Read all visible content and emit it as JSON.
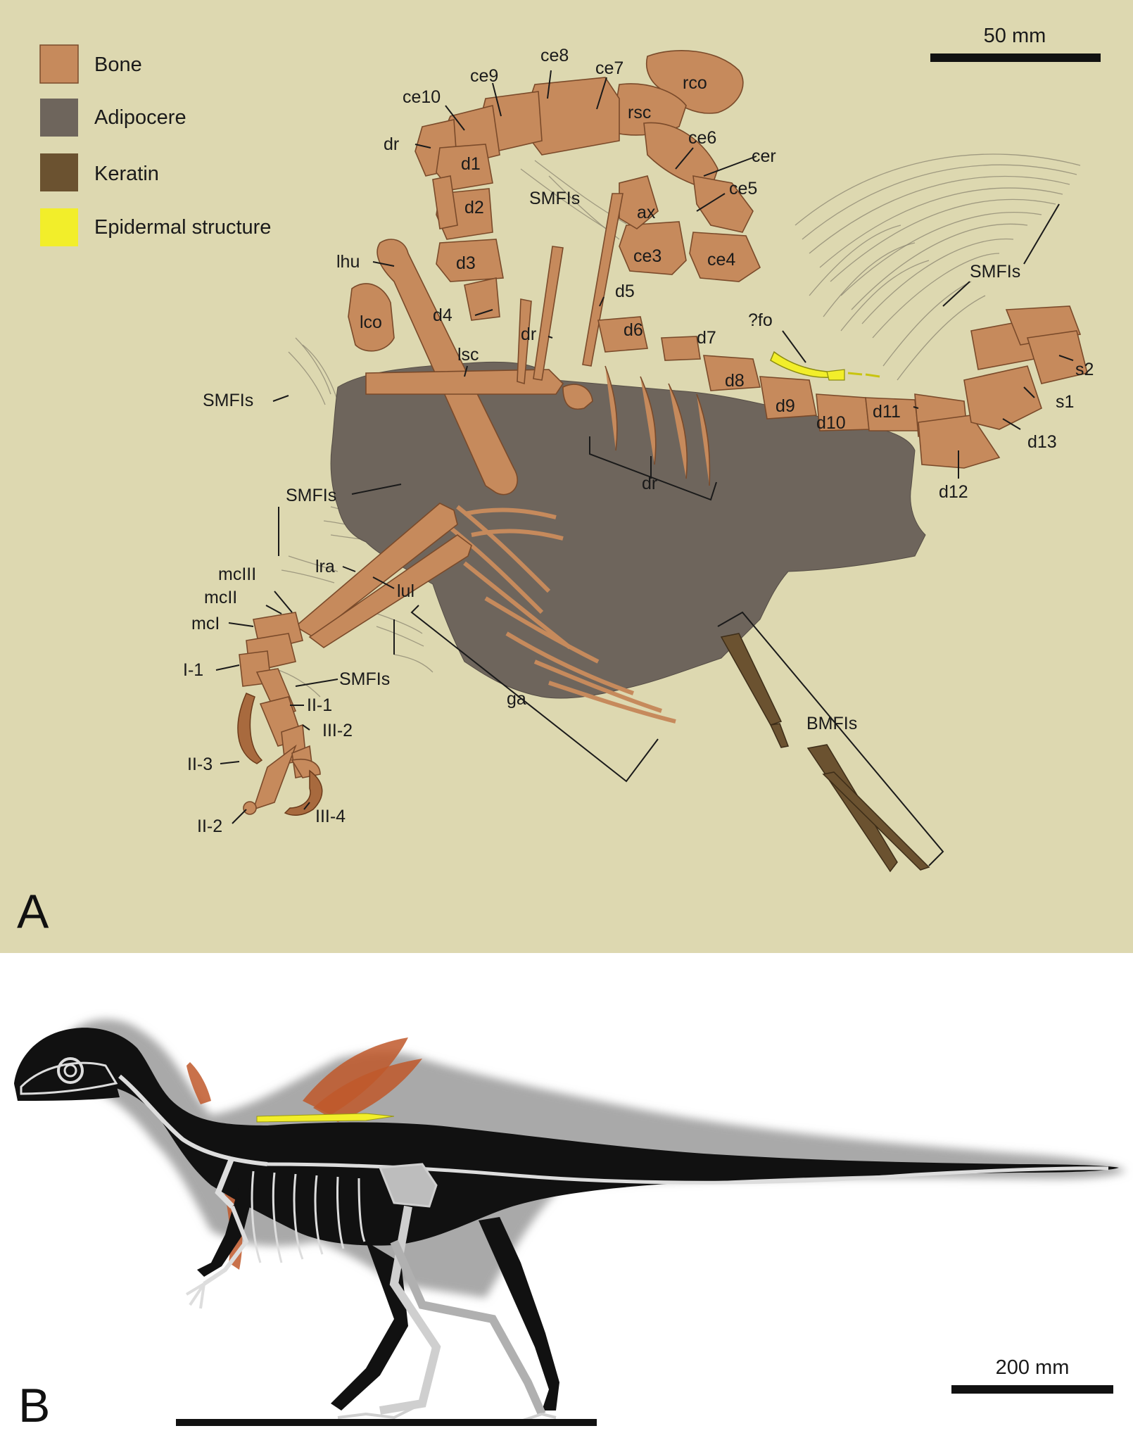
{
  "colors": {
    "matrix": "#ddd8b0",
    "bone": "#c68a5c",
    "adipocere": "#6e655c",
    "keratin": "#6b5230",
    "epidermal": "#f2ee2a",
    "feather_grey": "#a9a9a9",
    "feather_orange": "#c0582a"
  },
  "panel_a": {
    "letter": "A",
    "scale_bar_label": "50 mm",
    "legend": [
      {
        "label": "Bone",
        "color": "#c68a5c"
      },
      {
        "label": "Adipocere",
        "color": "#6e655c"
      },
      {
        "label": "Keratin",
        "color": "#6b5230"
      },
      {
        "label": "Epidermal structure",
        "color": "#f2ee2a"
      }
    ],
    "labels": {
      "ce8": "ce8",
      "ce9": "ce9",
      "ce7": "ce7",
      "ce10": "ce10",
      "rco": "rco",
      "rsc": "rsc",
      "dr_top": "dr",
      "d1": "d1",
      "ce6": "ce6",
      "cer": "cer",
      "smfis_mid": "SMFIs",
      "ce5": "ce5",
      "d2": "d2",
      "ax": "ax",
      "ce3": "ce3",
      "ce4": "ce4",
      "smfis_right": "SMFIs",
      "lhu": "lhu",
      "d3": "d3",
      "d5": "d5",
      "lco": "lco",
      "d4": "d4",
      "dr_mid": "dr",
      "d6": "d6",
      "d7": "d7",
      "fo": "?fo",
      "lsc": "lsc",
      "s2": "s2",
      "smfis_left": "SMFIs",
      "d8": "d8",
      "s1": "s1",
      "d9": "d9",
      "d10": "d10",
      "d11": "d11",
      "d13": "d13",
      "dr_bracket": "dr",
      "d12": "d12",
      "smfis_lower": "SMFIs",
      "lra": "lra",
      "mcIII": "mcIII",
      "lul": "lul",
      "mcII": "mcII",
      "mcI": "mcI",
      "I-1": "I-1",
      "smfis_hand": "SMFIs",
      "II-1": "II-1",
      "ga": "ga",
      "III-2": "III-2",
      "bmfis": "BMFIs",
      "II-3": "II-3",
      "III-4": "III-4",
      "II-2": "II-2"
    }
  },
  "panel_b": {
    "letter": "B",
    "scale_bar_label": "200 mm"
  }
}
